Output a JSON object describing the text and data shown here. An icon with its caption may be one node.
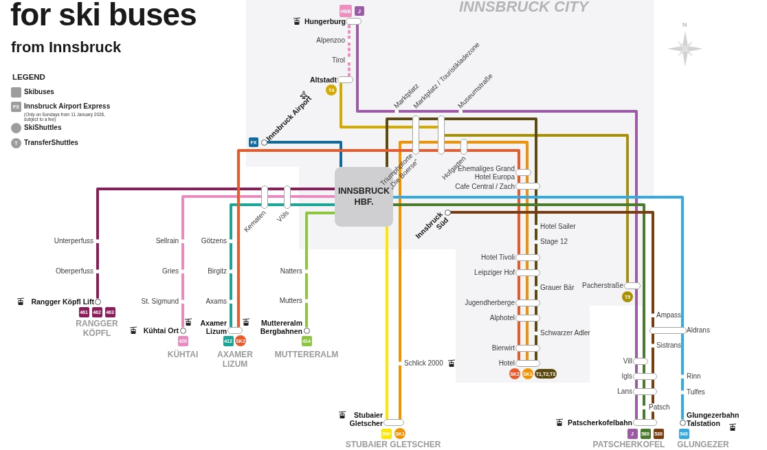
{
  "diagram": {
    "title": "for ski buses",
    "nodes": [
      {
        "text": [
          "INNSBRUCK HBF."
        ]
      },
      {
        "text": [],
        "shape": "bar",
        "beside": [
          "Hungerburg"
        ]
      },
      {
        "text": [],
        "shape": "circle",
        "beside": [
          "Alpenzoo"
        ]
      },
      {
        "text": [],
        "shape": "circle",
        "beside": [
          "Tirol"
        ]
      },
      {
        "text": [],
        "shape": "bar",
        "beside": [
          "Altstadt"
        ]
      },
      {
        "text": [],
        "shape": "circle",
        "beside": [
          "Innsbruck Airport"
        ]
      },
      {
        "text": [],
        "shape": "circle",
        "beside": [
          "Marktplatz"
        ]
      },
      {
        "text": [],
        "shape": "bar",
        "beside": [
          "Triumphpforte „Die Boerse“"
        ]
      },
      {
        "text": [],
        "shape": "bar"
      },
      {
        "text": [],
        "shape": "circle",
        "beside": [
          "Museumstraße"
        ]
      },
      {
        "text": [],
        "shape": "bar",
        "beside": [
          "Hofgarten"
        ]
      },
      {
        "text": [],
        "shape": "bar",
        "beside": [
          "Kematen"
        ]
      },
      {
        "text": [],
        "shape": "bar",
        "beside": [
          "Völs"
        ]
      },
      {
        "text": [],
        "shape": "bar",
        "beside": [
          "Ehemaliges Grand Hotel Europa"
        ]
      },
      {
        "text": [],
        "shape": "bar",
        "beside": [
          "Cafe Central / Zach"
        ]
      },
      {
        "text": [],
        "shape": "circle",
        "beside": [
          "Innsbruck Süd"
        ]
      },
      {
        "text": [],
        "shape": "circle",
        "beside": [
          "Unterperfuss"
        ]
      },
      {
        "text": [],
        "shape": "circle",
        "beside": [
          "Sellrain"
        ]
      },
      {
        "text": [],
        "shape": "circle",
        "beside": [
          "Götzens"
        ]
      },
      {
        "text": [],
        "shape": "circle",
        "beside": [
          "Hotel Sailer"
        ]
      },
      {
        "text": [],
        "shape": "circle",
        "beside": [
          "Stage 12"
        ]
      },
      {
        "text": [],
        "shape": "bar",
        "beside": [
          "Hotel Tivoli"
        ]
      },
      {
        "text": [],
        "shape": "circle",
        "beside": [
          "Oberperfuss"
        ]
      },
      {
        "text": [],
        "shape": "circle",
        "beside": [
          "Gries"
        ]
      },
      {
        "text": [],
        "shape": "circle",
        "beside": [
          "Birgitz"
        ]
      },
      {
        "text": [],
        "shape": "circle",
        "beside": [
          "Natters"
        ]
      },
      {
        "text": [],
        "shape": "bar",
        "beside": [
          "Leipziger Hof"
        ]
      },
      {
        "text": [],
        "shape": "bar",
        "beside": [
          "Pacherstraße"
        ]
      },
      {
        "text": [],
        "shape": "circle",
        "beside": [
          "Grauer Bär"
        ]
      },
      {
        "text": [],
        "shape": "circle",
        "beside": [
          "Rangger Köpfl Lift"
        ]
      },
      {
        "text": [],
        "shape": "circle",
        "beside": [
          "St. Sigmund"
        ]
      },
      {
        "text": [],
        "shape": "circle",
        "beside": [
          "Axams"
        ]
      },
      {
        "text": [],
        "shape": "circle",
        "beside": [
          "Mutters"
        ]
      },
      {
        "text": [],
        "shape": "bar",
        "beside": [
          "Jugendherberge"
        ]
      },
      {
        "text": [],
        "shape": "circle",
        "beside": [
          "Ampass"
        ]
      },
      {
        "text": [],
        "shape": "bar",
        "beside": [
          "Alphotel"
        ]
      },
      {
        "text": [],
        "shape": "circle",
        "beside": [
          "Kühtai Ort"
        ]
      },
      {
        "text": [],
        "shape": "bar",
        "beside": [
          "Axamer Lizum"
        ]
      },
      {
        "text": [],
        "shape": "circle",
        "beside": [
          "Muttereralm Bergbahnen"
        ]
      },
      {
        "text": [],
        "shape": "circle",
        "beside": [
          "Schwarzer Adler"
        ]
      },
      {
        "text": [],
        "shape": "bar",
        "beside": [
          "Aldrans"
        ]
      },
      {
        "text": [],
        "shape": "bar",
        "beside": [
          "Bierwirt"
        ]
      },
      {
        "text": [],
        "shape": "circle",
        "beside": [
          "Sistrans"
        ]
      },
      {
        "text": [],
        "shape": "bar",
        "beside": [
          "Vill"
        ]
      },
      {
        "text": [],
        "shape": "circle",
        "beside": [
          "Schlick 2000"
        ]
      },
      {
        "text": [],
        "shape": "bar",
        "beside": [
          "Hotel"
        ]
      },
      {
        "text": [],
        "shape": "bar",
        "beside": [
          "Igls"
        ]
      },
      {
        "text": [],
        "shape": "circle",
        "beside": [
          "Rinn"
        ]
      },
      {
        "text": [],
        "shape": "bar",
        "beside": [
          "Lans"
        ]
      },
      {
        "text": [],
        "shape": "circle",
        "beside": [
          "Tulfes"
        ]
      },
      {
        "text": [],
        "shape": "circle",
        "beside": [
          "Patsch"
        ]
      },
      {
        "text": [],
        "shape": "bar",
        "beside": [
          "Stubaier Gletscher"
        ]
      },
      {
        "text": [],
        "shape": "bar",
        "beside": [
          "Patscherkofelbahn"
        ]
      },
      {
        "text": [],
        "shape": "circle",
        "beside": [
          "Glungezerbahn Talstation"
        ]
      },
      {
        "text": [
          "HBB"
        ]
      },
      {
        "text": [
          "J"
        ]
      },
      {
        "text": [
          "T4"
        ]
      },
      {
        "text": [
          "FX"
        ]
      },
      {
        "text": [
          "T5"
        ]
      },
      {
        "text": [
          "461"
        ]
      },
      {
        "text": [
          "462"
        ]
      },
      {
        "text": [
          "463"
        ]
      },
      {
        "text": [
          "420"
        ]
      },
      {
        "text": [
          "412"
        ]
      },
      {
        "text": [
          "SK2"
        ]
      },
      {
        "text": [
          "414"
        ]
      },
      {
        "text": [
          "SK2"
        ]
      },
      {
        "text": [
          "SK1"
        ]
      },
      {
        "text": [
          "T1,T2,T3"
        ]
      },
      {
        "text": [
          "590"
        ]
      },
      {
        "text": [
          "SK1"
        ]
      },
      {
        "text": [
          "J"
        ]
      },
      {
        "text": [
          "560"
        ]
      },
      {
        "text": [
          "530"
        ]
      },
      {
        "text": [
          "540"
        ]
      }
    ],
    "edges": [
      {
        "from": 0,
        "to": 11,
        "arrow": "none",
        "color": "#8b1d5a"
      },
      {
        "from": 11,
        "to": 12,
        "arrow": "none",
        "color": "#8b1d5a"
      },
      {
        "from": 12,
        "to": 16,
        "arrow": "none",
        "color": "#8b1d5a"
      },
      {
        "from": 16,
        "to": 22,
        "arrow": "none",
        "color": "#8b1d5a"
      },
      {
        "from": 22,
        "to": 29,
        "arrow": "none",
        "color": "#8b1d5a"
      },
      {
        "from": 0,
        "to": 11,
        "arrow": "none",
        "color": "#e98bbf"
      },
      {
        "from": 11,
        "to": 12,
        "arrow": "none",
        "color": "#e98bbf"
      },
      {
        "from": 12,
        "to": 17,
        "arrow": "none",
        "color": "#e98bbf"
      },
      {
        "from": 17,
        "to": 23,
        "arrow": "none",
        "color": "#e98bbf"
      },
      {
        "from": 23,
        "to": 30,
        "arrow": "none",
        "color": "#e98bbf"
      },
      {
        "from": 30,
        "to": 36,
        "arrow": "none",
        "color": "#e98bbf"
      },
      {
        "from": 0,
        "to": 11,
        "arrow": "none",
        "color": "#1aa595"
      },
      {
        "from": 11,
        "to": 12,
        "arrow": "none",
        "color": "#1aa595"
      },
      {
        "from": 12,
        "to": 18,
        "arrow": "none",
        "color": "#1aa595"
      },
      {
        "from": 18,
        "to": 24,
        "arrow": "none",
        "color": "#1aa595"
      },
      {
        "from": 24,
        "to": 31,
        "arrow": "none",
        "color": "#1aa595"
      },
      {
        "from": 31,
        "to": 37,
        "arrow": "none",
        "color": "#1aa595"
      },
      {
        "from": 0,
        "to": 25,
        "arrow": "none",
        "color": "#8cc63f"
      },
      {
        "from": 25,
        "to": 32,
        "arrow": "none",
        "color": "#8cc63f"
      },
      {
        "from": 32,
        "to": 38,
        "arrow": "none",
        "color": "#8cc63f"
      },
      {
        "from": 5,
        "to": 0,
        "arrow": "none",
        "color": "#0f6aa0"
      },
      {
        "from": 1,
        "to": 2,
        "arrow": "none",
        "style": "dashed",
        "color": "#ee8fc0"
      },
      {
        "from": 2,
        "to": 3,
        "arrow": "none",
        "style": "dashed",
        "color": "#ee8fc0"
      },
      {
        "from": 3,
        "to": 4,
        "arrow": "none",
        "style": "dashed",
        "color": "#ee8fc0"
      },
      {
        "from": 1,
        "to": 6,
        "arrow": "none",
        "color": "#9b5ba5"
      },
      {
        "from": 6,
        "to": 9,
        "arrow": "none",
        "color": "#9b5ba5"
      },
      {
        "from": 9,
        "to": 27,
        "arrow": "none",
        "color": "#9b5ba5"
      },
      {
        "from": 27,
        "to": 43,
        "arrow": "none",
        "color": "#9b5ba5"
      },
      {
        "from": 43,
        "to": 46,
        "arrow": "none",
        "color": "#9b5ba5"
      },
      {
        "from": 46,
        "to": 48,
        "arrow": "none",
        "color": "#9b5ba5"
      },
      {
        "from": 48,
        "to": 52,
        "arrow": "none",
        "color": "#9b5ba5"
      },
      {
        "from": 4,
        "to": 8,
        "arrow": "none",
        "color": "#d4aa00"
      },
      {
        "from": 8,
        "to": 27,
        "arrow": "none",
        "color": "#a89000"
      },
      {
        "from": 0,
        "to": 7,
        "arrow": "none",
        "color": "#5c4a10"
      },
      {
        "from": 7,
        "to": 8,
        "arrow": "none",
        "color": "#5c4a10"
      },
      {
        "from": 8,
        "to": 14,
        "arrow": "none",
        "color": "#5c4a10"
      },
      {
        "from": 14,
        "to": 19,
        "arrow": "none",
        "color": "#5c4a10"
      },
      {
        "from": 19,
        "to": 20,
        "arrow": "none",
        "color": "#5c4a10"
      },
      {
        "from": 20,
        "to": 21,
        "arrow": "none",
        "color": "#5c4a10"
      },
      {
        "from": 21,
        "to": 26,
        "arrow": "none",
        "color": "#5c4a10"
      },
      {
        "from": 26,
        "to": 28,
        "arrow": "none",
        "color": "#5c4a10"
      },
      {
        "from": 28,
        "to": 33,
        "arrow": "none",
        "color": "#5c4a10"
      },
      {
        "from": 33,
        "to": 35,
        "arrow": "none",
        "color": "#5c4a10"
      },
      {
        "from": 35,
        "to": 39,
        "arrow": "none",
        "color": "#5c4a10"
      },
      {
        "from": 39,
        "to": 41,
        "arrow": "none",
        "color": "#5c4a10"
      },
      {
        "from": 41,
        "to": 45,
        "arrow": "none",
        "color": "#5c4a10"
      },
      {
        "from": 51,
        "to": 44,
        "arrow": "none",
        "color": "#f39200"
      },
      {
        "from": 44,
        "to": 7,
        "arrow": "none",
        "color": "#f39200"
      },
      {
        "from": 7,
        "to": 8,
        "arrow": "none",
        "color": "#f39200"
      },
      {
        "from": 8,
        "to": 10,
        "arrow": "none",
        "color": "#f39200"
      },
      {
        "from": 10,
        "to": 13,
        "arrow": "none",
        "color": "#f39200"
      },
      {
        "from": 13,
        "to": 14,
        "arrow": "none",
        "color": "#f39200"
      },
      {
        "from": 14,
        "to": 21,
        "arrow": "none",
        "color": "#f39200"
      },
      {
        "from": 21,
        "to": 26,
        "arrow": "none",
        "color": "#f39200"
      },
      {
        "from": 26,
        "to": 33,
        "arrow": "none",
        "color": "#f39200"
      },
      {
        "from": 33,
        "to": 35,
        "arrow": "none",
        "color": "#f39200"
      },
      {
        "from": 35,
        "to": 41,
        "arrow": "none",
        "color": "#f39200"
      },
      {
        "from": 41,
        "to": 45,
        "arrow": "none",
        "color": "#f39200"
      },
      {
        "from": 37,
        "to": 7,
        "arrow": "none",
        "color": "#e9592a"
      },
      {
        "from": 7,
        "to": 8,
        "arrow": "none",
        "color": "#e9592a"
      },
      {
        "from": 8,
        "to": 10,
        "arrow": "none",
        "color": "#e9592a"
      },
      {
        "from": 10,
        "to": 13,
        "arrow": "none",
        "color": "#e9592a"
      },
      {
        "from": 13,
        "to": 14,
        "arrow": "none",
        "color": "#e9592a"
      },
      {
        "from": 14,
        "to": 21,
        "arrow": "none",
        "color": "#e9592a"
      },
      {
        "from": 21,
        "to": 26,
        "arrow": "none",
        "color": "#e9592a"
      },
      {
        "from": 26,
        "to": 33,
        "arrow": "none",
        "color": "#e9592a"
      },
      {
        "from": 33,
        "to": 35,
        "arrow": "none",
        "color": "#e9592a"
      },
      {
        "from": 35,
        "to": 41,
        "arrow": "none",
        "color": "#e9592a"
      },
      {
        "from": 41,
        "to": 45,
        "arrow": "none",
        "color": "#e9592a"
      },
      {
        "from": 0,
        "to": 51,
        "arrow": "none",
        "color": "#ffe600"
      },
      {
        "from": 0,
        "to": 40,
        "arrow": "none",
        "color": "#36a9e1"
      },
      {
        "from": 40,
        "to": 47,
        "arrow": "none",
        "color": "#36a9e1"
      },
      {
        "from": 47,
        "to": 49,
        "arrow": "none",
        "color": "#36a9e1"
      },
      {
        "from": 49,
        "to": 53,
        "arrow": "none",
        "color": "#36a9e1"
      },
      {
        "from": 0,
        "to": 43,
        "arrow": "none",
        "color": "#4a7a2c"
      },
      {
        "from": 43,
        "to": 46,
        "arrow": "none",
        "color": "#4a7a2c"
      },
      {
        "from": 46,
        "to": 50,
        "arrow": "none",
        "color": "#4a7a2c"
      },
      {
        "from": 50,
        "to": 52,
        "arrow": "none",
        "color": "#4a7a2c"
      },
      {
        "from": 15,
        "to": 34,
        "arrow": "none",
        "color": "#7a3d12"
      },
      {
        "from": 34,
        "to": 40,
        "arrow": "none",
        "color": "#7a3d12"
      },
      {
        "from": 40,
        "to": 42,
        "arrow": "none",
        "color": "#7a3d12"
      },
      {
        "from": 42,
        "to": 46,
        "arrow": "none",
        "color": "#7a3d12"
      },
      {
        "from": 46,
        "to": 48,
        "arrow": "none",
        "color": "#7a3d12"
      },
      {
        "from": 48,
        "to": 52,
        "arrow": "none",
        "color": "#7a3d12"
      }
    ],
    "labels": [
      "from Innsbruck",
      "LEGEND",
      "FX",
      "(Only on Sundays from 11 January 2026, subject to a fee)",
      "T",
      "INNSBRUCK CITY",
      "N",
      "RANGGER KÖPFL",
      "KÜHTAI",
      "AXAMER LIZUM",
      "MUTTERERALM",
      "STUBAIER GLETSCHER",
      "PATSCHERKOFEL",
      "GLUNGEZER",
      "Marktplatz / Touristikladezone"
    ],
    "legend": [
      {
        "text": "Skibuses",
        "color": "#9d9d9d"
      },
      {
        "text": "Innsbruck Airport Express",
        "color": "#9d9d9d"
      },
      {
        "text": "SkiShuttles",
        "color": "#9d9d9d"
      },
      {
        "text": "TransferShuttles",
        "color": "#9d9d9d"
      }
    ]
  }
}
